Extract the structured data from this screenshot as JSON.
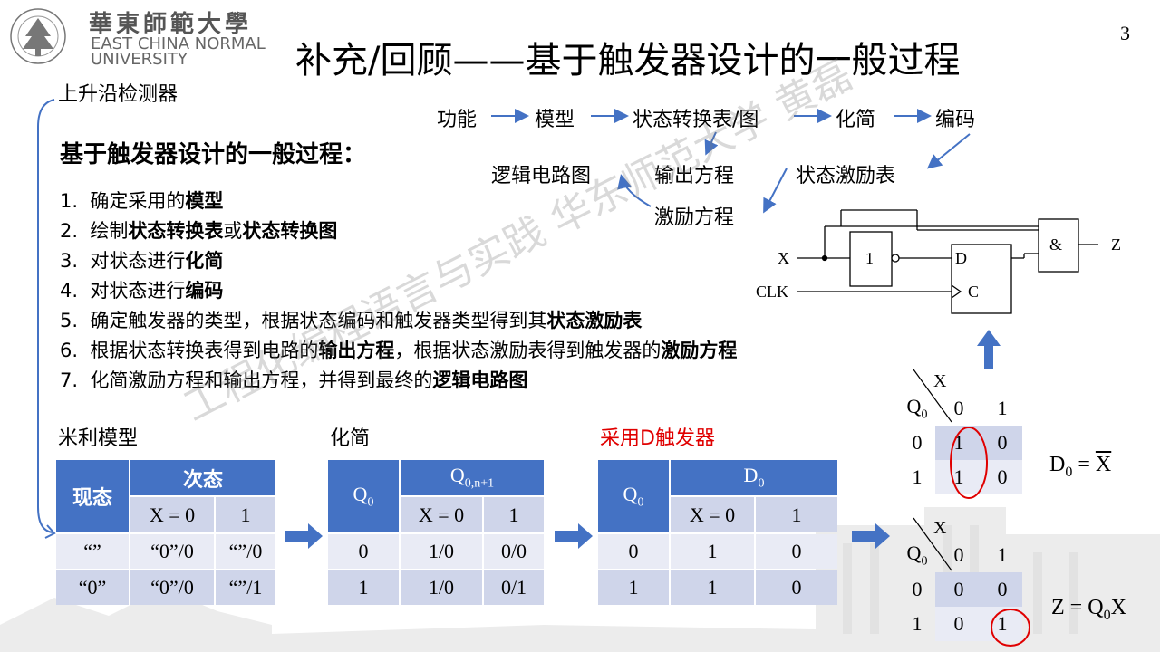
{
  "logo": {
    "cn": "華東師範大學",
    "en_line1": "EAST CHINA NORMAL",
    "en_line2": "UNIVERSITY"
  },
  "title": "补充/回顾——基于触发器设计的一般过程",
  "page_number": "3",
  "subtitle": "上升沿检测器",
  "heading": "基于触发器设计的一般过程：",
  "steps": [
    {
      "num": "1.",
      "plain": "确定采用的",
      "bold": "模型"
    },
    {
      "num": "2.",
      "plain": "绘制",
      "bold": "状态转换表",
      "plain2": "或",
      "bold2": "状态转换图"
    },
    {
      "num": "3.",
      "plain": "对状态进行",
      "bold": "化简"
    },
    {
      "num": "4.",
      "plain": "对状态进行",
      "bold": "编码"
    },
    {
      "num": "5.",
      "plain": "确定触发器的类型，根据状态编码和触发器类型得到其",
      "bold": "状态激励表"
    },
    {
      "num": "6.",
      "plain": "根据状态转换表得到电路的",
      "bold": "输出方程",
      "plain2": "，根据状态激励表得到触发器的",
      "bold2": "激励方程"
    },
    {
      "num": "7.",
      "plain": "化简激励方程和输出方程，并得到最终的",
      "bold": "逻辑电路图"
    }
  ],
  "flow": {
    "gongneng": "功能",
    "moxing": "模型",
    "zhuangtai": "状态转换表/图",
    "huajian": "化简",
    "bianma": "编码",
    "luoji": "逻辑电路图",
    "shuchu": "输出方程",
    "jili_biao": "状态激励表",
    "jili_fangcheng": "激励方程"
  },
  "circuit": {
    "x": "X",
    "clk": "CLK",
    "not_label": "1",
    "and_label": "&",
    "z": "Z",
    "d": "D",
    "c": "C"
  },
  "mealy": {
    "title": "米利模型",
    "hdr_state": "现态",
    "hdr_next": "次态",
    "hdr_x0": "X = 0",
    "hdr_x1": "1",
    "rows": [
      [
        "“”",
        "“0”/0",
        "“”/0"
      ],
      [
        "“0”",
        "“0”/0",
        "“”/1"
      ]
    ]
  },
  "simplified": {
    "title": "化简",
    "hdr_q": "Q",
    "hdr_q_sub": "0",
    "hdr_next": "Q",
    "hdr_next_sub": "0,n+1",
    "hdr_x0": "X = 0",
    "hdr_x1": "1",
    "rows": [
      [
        "0",
        "1/0",
        "0/0"
      ],
      [
        "1",
        "1/0",
        "0/1"
      ]
    ]
  },
  "dff": {
    "title": "采用D触发器",
    "title_color": "#e00000",
    "hdr_q": "Q",
    "hdr_q_sub": "0",
    "hdr_d": "D",
    "hdr_d_sub": "0",
    "hdr_x0": "X = 0",
    "hdr_x1": "1",
    "rows": [
      [
        "0",
        "1",
        "0"
      ],
      [
        "1",
        "1",
        "0"
      ]
    ]
  },
  "kmap_d": {
    "x_label": "X",
    "q_label": "Q",
    "q_sub": "0",
    "col0": "0",
    "col1": "1",
    "rows": [
      [
        "0",
        "1",
        "0"
      ],
      [
        "1",
        "1",
        "0"
      ]
    ],
    "eq_lhs": "D",
    "eq_sub": "0",
    "eq_rhs": "X"
  },
  "kmap_z": {
    "x_label": "X",
    "q_label": "Q",
    "q_sub": "0",
    "col0": "0",
    "col1": "1",
    "rows": [
      [
        "0",
        "0",
        "0"
      ],
      [
        "1",
        "0",
        "1"
      ]
    ],
    "eq_lhs": "Z",
    "eq_q": "Q",
    "eq_sub": "0",
    "eq_x": "X"
  },
  "watermark": "工程化编程语言与实践  华东师范大学  黄磊",
  "colors": {
    "header_blue": "#4472c4",
    "arrow_blue": "#4472c4",
    "row_light": "#cfd5ea",
    "row_lighter": "#e9ebf5",
    "circle_red": "#e00000"
  }
}
